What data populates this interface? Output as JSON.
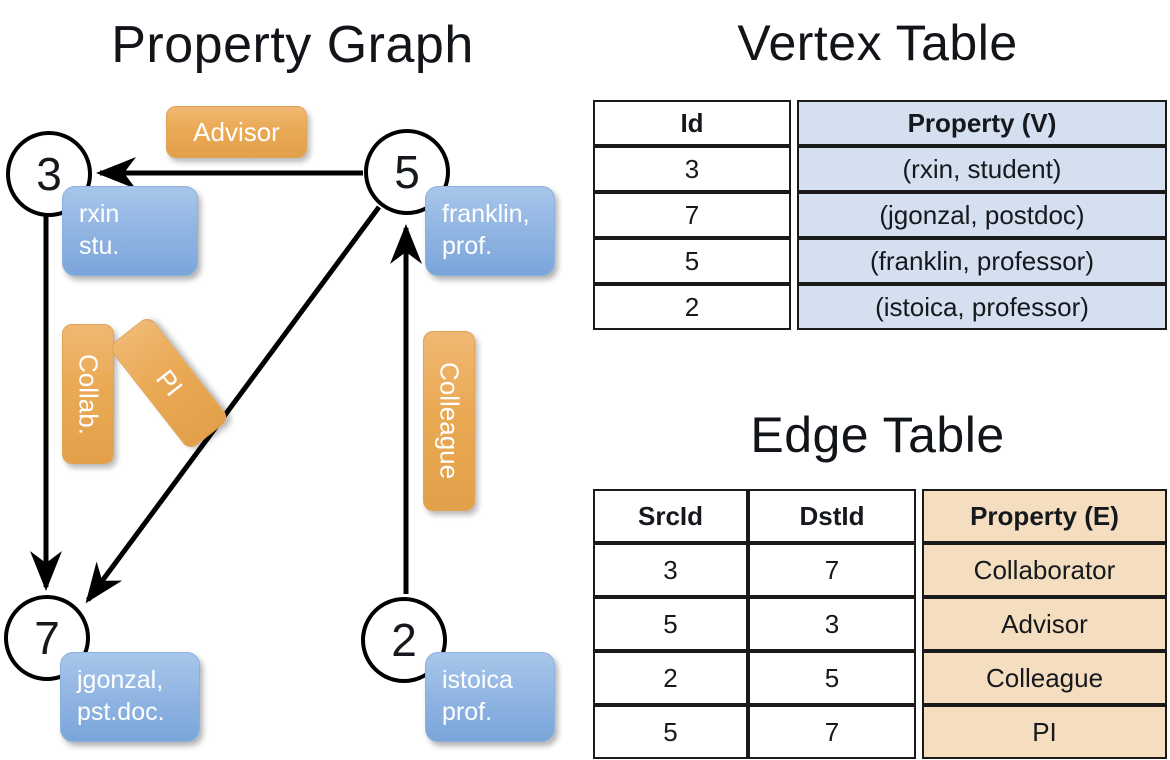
{
  "titles": {
    "property_graph": "Property Graph",
    "vertex_table": "Vertex Table",
    "edge_table": "Edge Table"
  },
  "graph": {
    "nodes": [
      {
        "id": "3",
        "name": "rxin",
        "role": "stu."
      },
      {
        "id": "5",
        "name": "franklin,",
        "role": "prof."
      },
      {
        "id": "7",
        "name": "jgonzal,",
        "role": "pst.doc."
      },
      {
        "id": "2",
        "name": "istoica",
        "role": "prof."
      }
    ],
    "edge_labels": {
      "advisor": "Advisor",
      "collab": "Collab.",
      "pi": "PI",
      "colleague": "Colleague"
    }
  },
  "vertex_table": {
    "headers": [
      "Id",
      "Property (V)"
    ],
    "rows": [
      {
        "id": "3",
        "property": "(rxin, student)"
      },
      {
        "id": "7",
        "property": "(jgonzal, postdoc)"
      },
      {
        "id": "5",
        "property": "(franklin, professor)"
      },
      {
        "id": "2",
        "property": "(istoica, professor)"
      }
    ]
  },
  "edge_table": {
    "headers": [
      "SrcId",
      "DstId",
      "Property (E)"
    ],
    "rows": [
      {
        "src": "3",
        "dst": "7",
        "property": "Collaborator"
      },
      {
        "src": "5",
        "dst": "3",
        "property": "Advisor"
      },
      {
        "src": "2",
        "dst": "5",
        "property": "Colleague"
      },
      {
        "src": "5",
        "dst": "7",
        "property": "PI"
      }
    ]
  },
  "colors": {
    "vertex_cell": "#d4dff0",
    "edge_cell": "#f5debf",
    "node_box": "#7aa5da",
    "edge_label_box": "#eaa954",
    "stroke": "#000000"
  }
}
